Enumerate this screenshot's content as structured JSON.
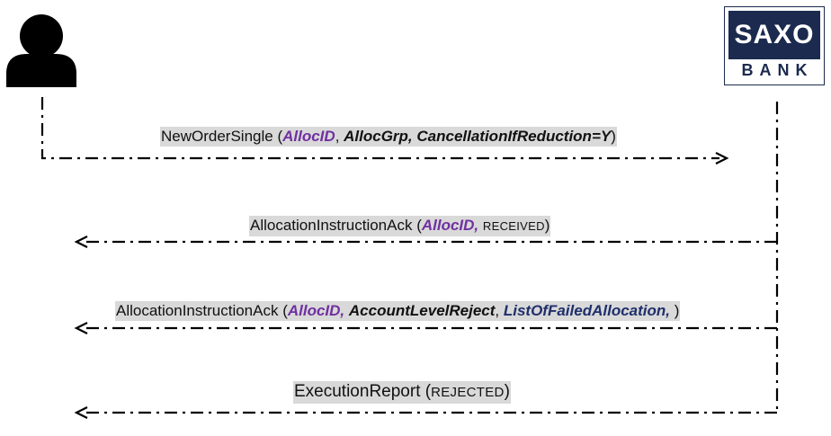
{
  "logo": {
    "line1": "SAXO",
    "line2": "BANK"
  },
  "messages": [
    {
      "name": "NewOrderSingle",
      "open": " (",
      "p1": "AllocID",
      "sep1": ", ",
      "p2": "AllocGrp, CancellationIfReduction=Y",
      "close": ")"
    },
    {
      "name": "AllocationInstructionAck",
      "open": " (",
      "p1": "AllocID,",
      "sep1": " ",
      "status": "RECEIVED",
      "close": ")"
    },
    {
      "name": "AllocationInstructionAck",
      "open": " (",
      "p1": "AllocID,",
      "sep1": " ",
      "p2": "AccountLevelReject",
      "sep2": ", ",
      "p3": "ListOfFailedAllocation,",
      "close": " )"
    },
    {
      "name": "ExecutionReport",
      "open": " (",
      "status": "REJECTED",
      "close": ")"
    }
  ],
  "colors": {
    "purple": "#7030a0",
    "navy": "#1f2f6b",
    "brand": "#1b2a4e",
    "highlight": "#d9d9d9"
  }
}
